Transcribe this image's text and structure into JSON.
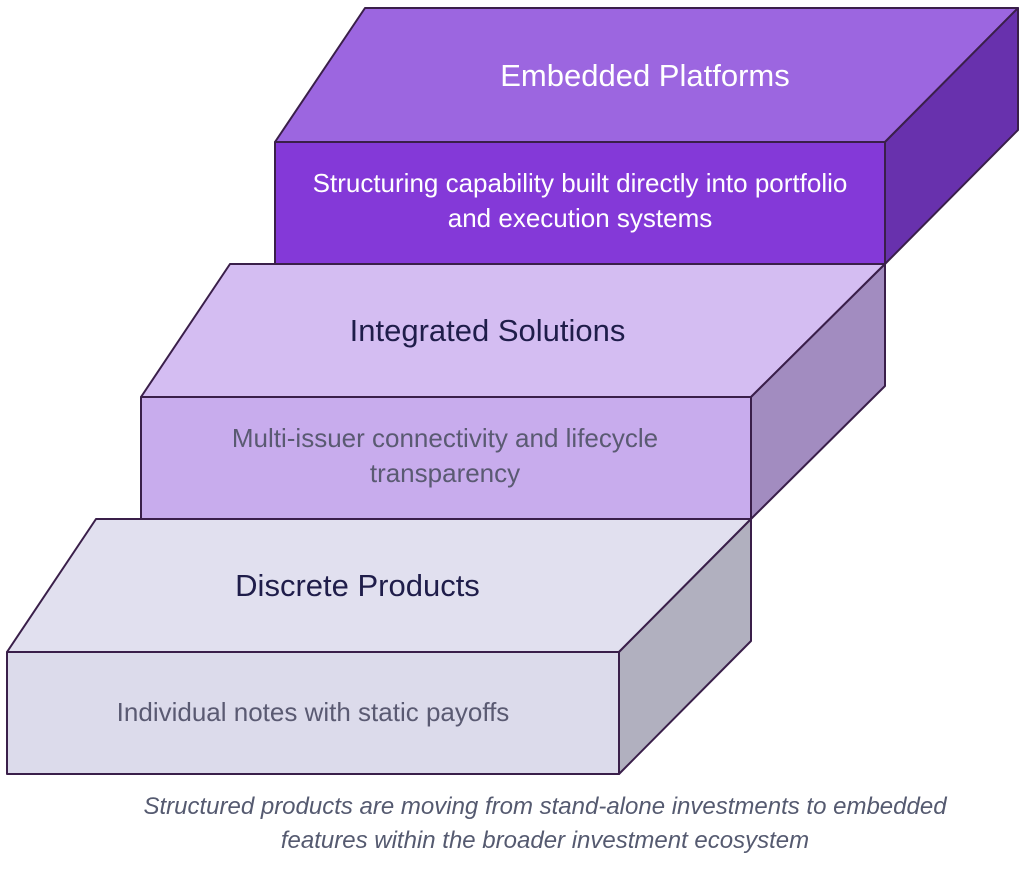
{
  "steps": [
    {
      "title": "Embedded Platforms",
      "description": "Structuring capability built directly into portfolio and execution systems",
      "colors": {
        "top": "#9c66e0",
        "front": "#8439d8",
        "side": "#6831ad",
        "title_text": "#ffffff",
        "desc_text": "#ffffff"
      }
    },
    {
      "title": "Integrated Solutions",
      "description": "Multi-issuer connectivity and lifecycle transparency",
      "colors": {
        "top": "#d4bdf2",
        "front": "#c8aced",
        "side": "#a28cc0",
        "title_text": "#1f1d4a",
        "desc_text": "#5a5a72"
      }
    },
    {
      "title": "Discrete Products",
      "description": "Individual notes with static payoffs",
      "colors": {
        "top": "#e1e0ef",
        "front": "#dcdbeb",
        "side": "#b1b0bf",
        "title_text": "#1f1d4a",
        "desc_text": "#5a5a72"
      }
    }
  ],
  "outline_color": "#3a1f4a",
  "caption": "Structured products are moving from stand-alone investments to embedded features within the broader investment ecosystem"
}
